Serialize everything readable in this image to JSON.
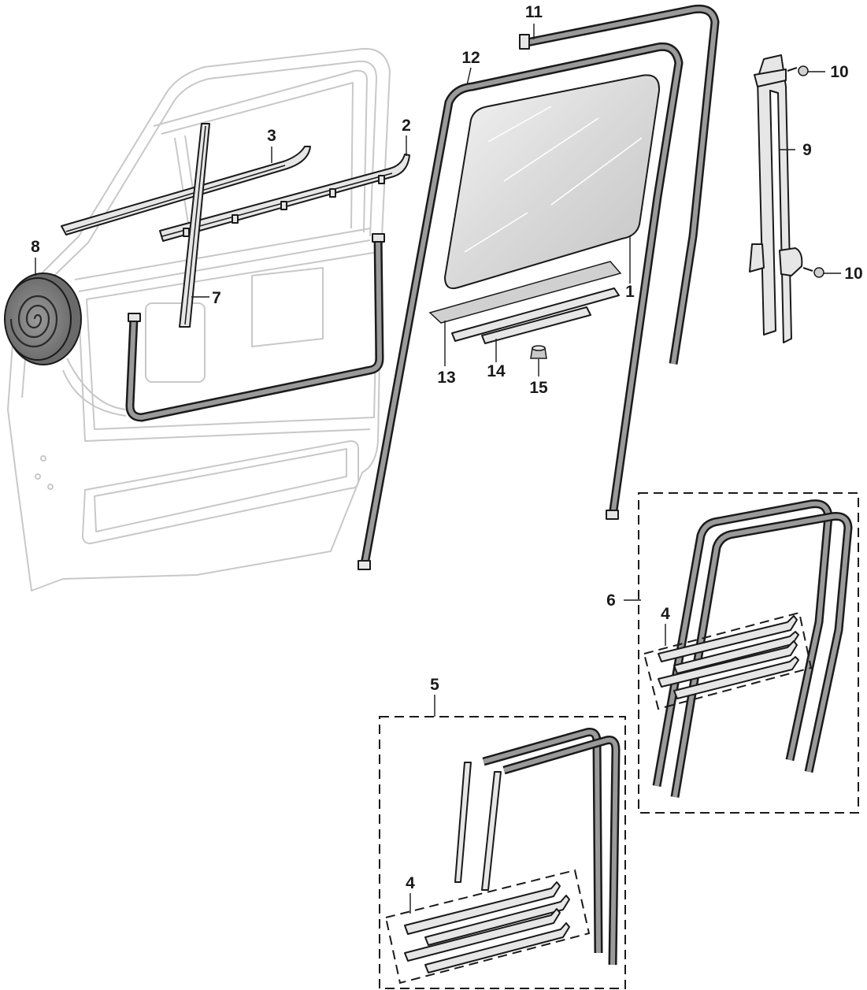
{
  "callouts": {
    "c1": "1",
    "c2": "2",
    "c3": "3",
    "c4a": "4",
    "c4b": "4",
    "c5": "5",
    "c6": "6",
    "c7": "7",
    "c8": "8",
    "c9": "9",
    "c10a": "10",
    "c10b": "10",
    "c11": "11",
    "c12": "12",
    "c13": "13",
    "c14": "14",
    "c15": "15"
  }
}
